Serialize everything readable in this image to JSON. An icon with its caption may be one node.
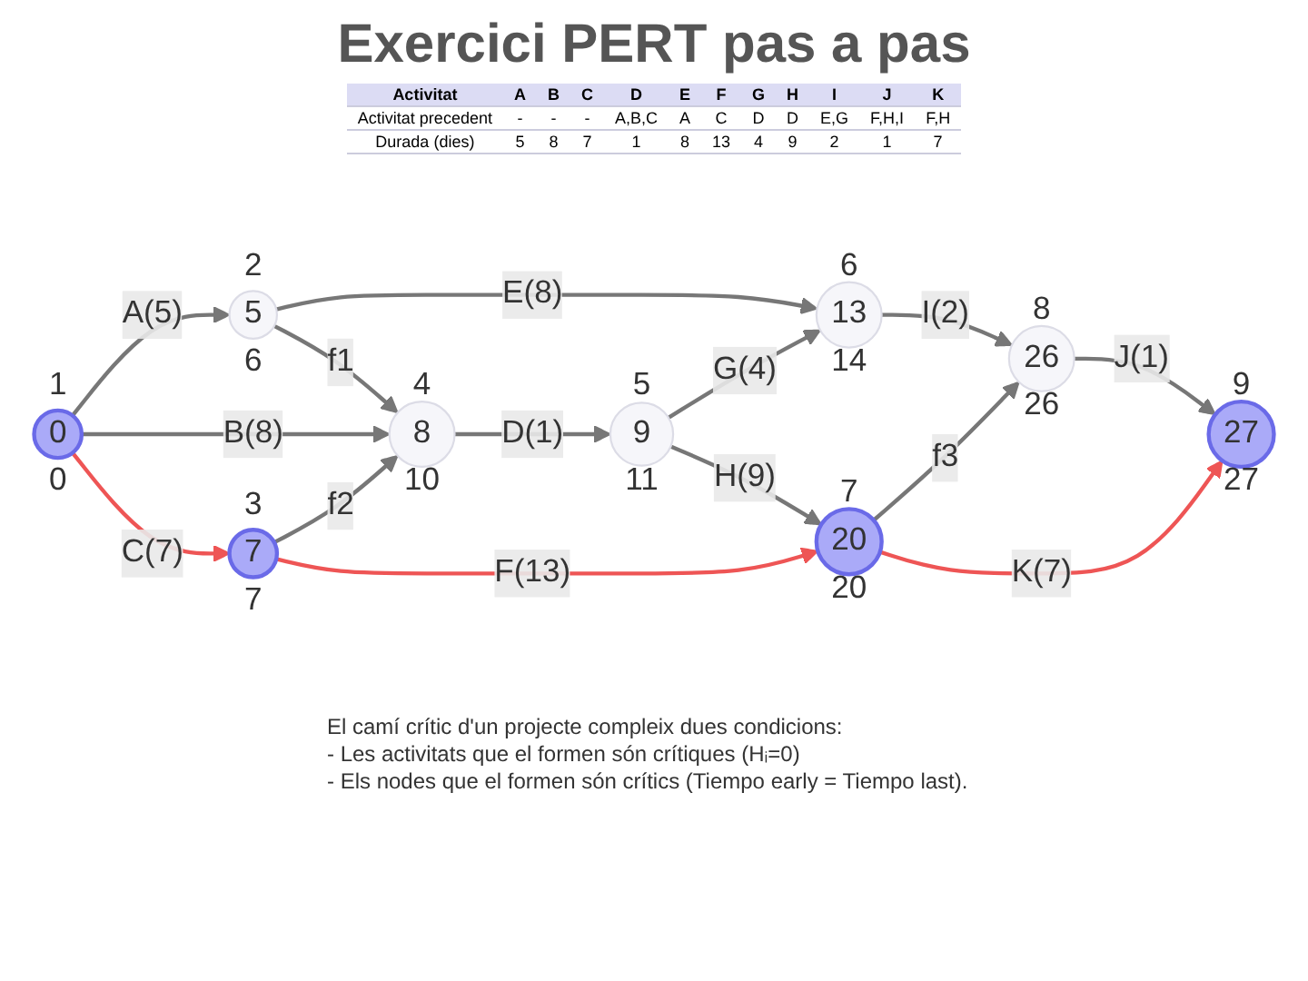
{
  "diagram": {
    "title": "Exercici PERT pas a pas",
    "nodes": [
      {
        "text": [
          "1",
          "0",
          "0"
        ]
      },
      {
        "text": [
          "2",
          "5",
          "6"
        ]
      },
      {
        "text": [
          "3",
          "7",
          "7"
        ]
      },
      {
        "text": [
          "4",
          "8",
          "10"
        ]
      },
      {
        "text": [
          "5",
          "9",
          "11"
        ]
      },
      {
        "text": [
          "6",
          "13",
          "14"
        ]
      },
      {
        "text": [
          "7",
          "20",
          "20"
        ]
      },
      {
        "text": [
          "8",
          "26",
          "26"
        ]
      },
      {
        "text": [
          "9",
          "27",
          "27"
        ]
      }
    ],
    "edges": [
      {
        "from": 0,
        "to": 1,
        "arrow": "to",
        "label": "A(5)"
      },
      {
        "from": 0,
        "to": 3,
        "arrow": "to",
        "label": "B(8)"
      },
      {
        "from": 0,
        "to": 2,
        "arrow": "to",
        "label": "C(7)",
        "color": "#ee5555"
      },
      {
        "from": 1,
        "to": 5,
        "arrow": "to",
        "label": "E(8)"
      },
      {
        "from": 1,
        "to": 3,
        "arrow": "to",
        "label": "f1"
      },
      {
        "from": 2,
        "to": 3,
        "arrow": "to",
        "label": "f2"
      },
      {
        "from": 3,
        "to": 4,
        "arrow": "to",
        "label": "D(1)"
      },
      {
        "from": 2,
        "to": 6,
        "arrow": "to",
        "label": "F(13)",
        "color": "#ee5555"
      },
      {
        "from": 4,
        "to": 5,
        "arrow": "to",
        "label": "G(4)"
      },
      {
        "from": 4,
        "to": 6,
        "arrow": "to",
        "label": "H(9)"
      },
      {
        "from": 5,
        "to": 7,
        "arrow": "to",
        "label": "I(2)"
      },
      {
        "from": 6,
        "to": 7,
        "arrow": "to",
        "label": "f3"
      },
      {
        "from": 7,
        "to": 8,
        "arrow": "to",
        "label": "J(1)"
      },
      {
        "from": 6,
        "to": 8,
        "arrow": "to",
        "label": "K(7)",
        "color": "#ee5555"
      }
    ],
    "labels": [
      "Activitat",
      "A",
      "B",
      "C",
      "D",
      "E",
      "F",
      "G",
      "H",
      "I",
      "J",
      "K",
      "Activitat precedent",
      "-",
      "-",
      "-",
      "A,B,C",
      "A",
      "C",
      "D",
      "D",
      "E,G",
      "F,H,I",
      "F,H",
      "Durada (dies)",
      "5",
      "8",
      "7",
      "1",
      "8",
      "13",
      "4",
      "9",
      "2",
      "1",
      "7",
      "El camí crític d'un projecte compleix dues condicions:",
      "- Les activitats que el formen són crítiques (Hᵢ=0)",
      "- Els nodes que el formen són crítics (Tiempo early = Tiempo last)."
    ]
  }
}
